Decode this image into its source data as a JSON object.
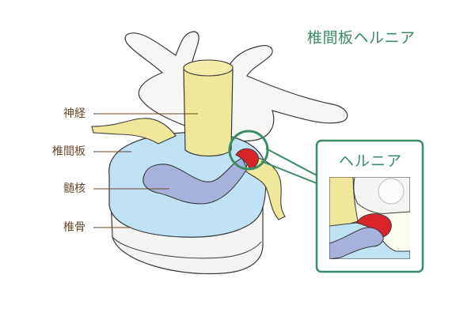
{
  "title": "椎間板ヘルニア",
  "labels": {
    "nerve": "神経",
    "disc": "椎間板",
    "nucleus": "髄核",
    "vertebra": "椎骨"
  },
  "inset": {
    "title": "ヘルニア"
  },
  "colors": {
    "accent": "#3c8b67",
    "label_text": "#6b4a2b",
    "nerve": "#efe79a",
    "disc": "#bfe3f4",
    "nucleus": "#a7b2dc",
    "herniation": "#d9242a",
    "outline": "#3a3a3a"
  }
}
